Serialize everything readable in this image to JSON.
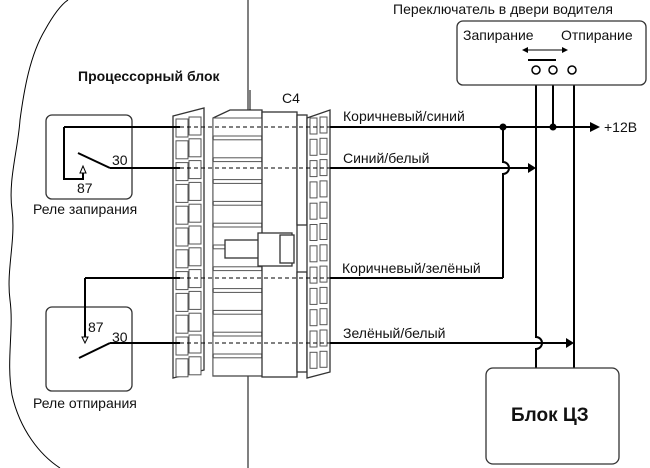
{
  "diagram": {
    "processor_block": {
      "title": "Процессорный блок"
    },
    "connector": {
      "label": "C4"
    },
    "lock_relay": {
      "label": "Реле запирания",
      "pin_30": "30",
      "pin_87": "87"
    },
    "unlock_relay": {
      "label": "Реле отпирания",
      "pin_30": "30",
      "pin_87": "87"
    },
    "door_switch": {
      "title": "Переключатель в двери водителя",
      "lock_label": "Запирание",
      "unlock_label": "Отпирание"
    },
    "wires": [
      {
        "id": "brown-blue",
        "label": "Коричневый/синий"
      },
      {
        "id": "blue-white",
        "label": "Синий/белый"
      },
      {
        "id": "brown-green",
        "label": "Коричневый/зелёный"
      },
      {
        "id": "green-white",
        "label": "Зелёный/белый"
      }
    ],
    "power": {
      "label": "+12В"
    },
    "central_lock_unit": {
      "label": "Блок ЦЗ"
    }
  }
}
